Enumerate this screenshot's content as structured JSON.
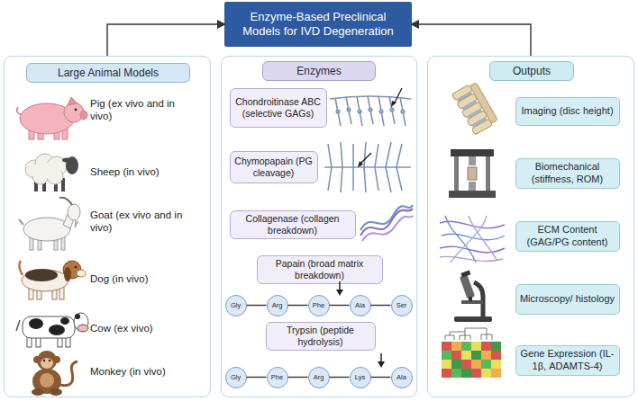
{
  "diagram": {
    "nodes": [
      {
        "text": [
          "Enzyme-Based Preclinical Models for IVD Degeneration"
        ]
      },
      {
        "text": [
          "Large Animal Models"
        ]
      },
      {
        "text": [
          "Enzymes"
        ]
      },
      {
        "text": [
          "Chondroitinase ABC (selective GAGs)"
        ],
        "in": 2
      },
      {
        "text": [
          "Chymopapain (PG cleavage)"
        ],
        "in": 2
      },
      {
        "text": [
          "Collagenase (collagen breakdown)"
        ],
        "in": 2
      },
      {
        "text": [
          "Papain (broad matrix breakdown)"
        ],
        "in": 2
      },
      {
        "text": [
          "Gly"
        ],
        "in": 2
      },
      {
        "text": [
          "Arg"
        ],
        "in": 2
      },
      {
        "text": [
          "Phe"
        ],
        "in": 2
      },
      {
        "text": [
          "Ala"
        ],
        "in": 2
      },
      {
        "text": [
          "Ser"
        ],
        "in": 2
      },
      {
        "text": [
          "Trypsin (peptide hydrolysis)"
        ],
        "in": 2
      },
      {
        "text": [
          "Gly"
        ],
        "in": 2
      },
      {
        "text": [
          "Phe"
        ],
        "in": 2
      },
      {
        "text": [
          "Arg"
        ],
        "in": 2
      },
      {
        "text": [
          "Lys"
        ],
        "in": 2
      },
      {
        "text": [
          "Ala"
        ],
        "in": 2
      },
      {
        "text": [
          "Outputs"
        ]
      },
      {
        "text": [
          "Imaging (disc height)"
        ],
        "in": 18
      },
      {
        "text": [
          "Biomechanical (stiffness, ROM)"
        ],
        "in": 18
      },
      {
        "text": [
          "ECM Content (GAG/PG content)"
        ],
        "in": 18
      },
      {
        "text": [
          "Microscopy/ histology"
        ],
        "in": 18
      },
      {
        "text": [
          "Gene Expression (IL-1β, ADAMTS-4)"
        ],
        "in": 18
      }
    ],
    "edges": [
      {
        "from": 1,
        "to": 0,
        "arrow": "to"
      },
      {
        "from": 18,
        "to": 0,
        "arrow": "to"
      },
      {
        "from": 7,
        "to": 8,
        "arrow": "none"
      },
      {
        "from": 8,
        "to": 9,
        "arrow": "none"
      },
      {
        "from": 9,
        "to": 10,
        "arrow": "none"
      },
      {
        "from": 10,
        "to": 11,
        "arrow": "none"
      },
      {
        "from": 13,
        "to": 14,
        "arrow": "none"
      },
      {
        "from": 14,
        "to": 15,
        "arrow": "none"
      },
      {
        "from": 15,
        "to": 16,
        "arrow": "none"
      },
      {
        "from": 16,
        "to": 17,
        "arrow": "none"
      }
    ],
    "labels": [
      "Pig (ex vivo and in vivo)",
      "Sheep (in vivo)",
      "Goat (ex vivo and in vivo)",
      "Dog (in vivo)",
      "Cow (ex vivo)",
      "Monkey (in vivo)"
    ]
  }
}
